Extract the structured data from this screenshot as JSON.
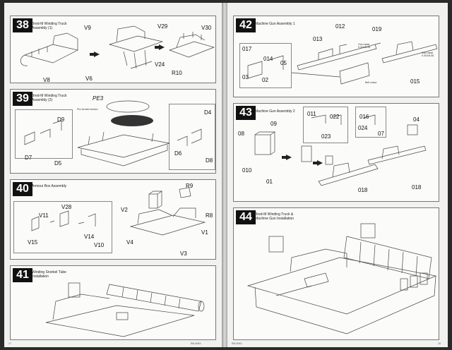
{
  "steps": {
    "s38": {
      "number": "38",
      "title": "Bred-M Winding Truck\nAssembly (1)",
      "labels": {
        "v9": "V9",
        "v29": "V29",
        "v30": "V30",
        "v24": "V24",
        "r10": "R10",
        "v8": "V8",
        "v6": "V6"
      }
    },
    "s39": {
      "number": "39",
      "title": "Bred-M Winding Truck\nAssembly (2)",
      "labels": {
        "pe3": "PE3",
        "d9": "D9",
        "d7": "D7",
        "d5": "D5",
        "d4": "D4",
        "d6": "D6",
        "d8": "D8"
      }
    },
    "s40": {
      "number": "40",
      "title": "Armour Box Assembly",
      "labels": {
        "r9": "R9",
        "v28": "V28",
        "v11": "V11",
        "v2": "V2",
        "r8": "R8",
        "v15": "V15",
        "v14": "V14",
        "v10": "V10",
        "v4": "V4",
        "v1": "V1",
        "v3": "V3"
      }
    },
    "s41": {
      "number": "41",
      "title": "Winding Snorkel Tube\nInstallation"
    },
    "s42": {
      "number": "42",
      "title": "Machine Gun Assembly 1",
      "labels": {
        "p012": "012",
        "p019": "019",
        "p013": "013",
        "p017": "017",
        "p014": "014",
        "p05": "05",
        "p03": "03",
        "p02": "02",
        "p015": "015"
      }
    },
    "s43": {
      "number": "43",
      "title": "Machine Gun Assembly 2",
      "labels": {
        "p011": "011",
        "p022": "022",
        "p016": "016",
        "p04": "04",
        "p023": "023",
        "p024": "024",
        "p07": "07",
        "p08": "08",
        "p09": "09",
        "p010": "010",
        "p01": "01",
        "p018a": "018",
        "p018b": "018"
      }
    },
    "s44": {
      "number": "44",
      "title": "Bred-M Winding Truck &\nMachine Gun Installation"
    }
  },
  "notes": {
    "pe3_note": "Pre-formed section",
    "gun_metal_1": "Gun metal\nK-501/8-56",
    "gun_metal_2": "Gun metal\nK-501/8-56",
    "belt_colour": "Belt colour"
  },
  "footer": {
    "left_page_num": "17",
    "left_code": "RM-5063",
    "right_code": "RM-5063",
    "right_page_num": "18"
  }
}
